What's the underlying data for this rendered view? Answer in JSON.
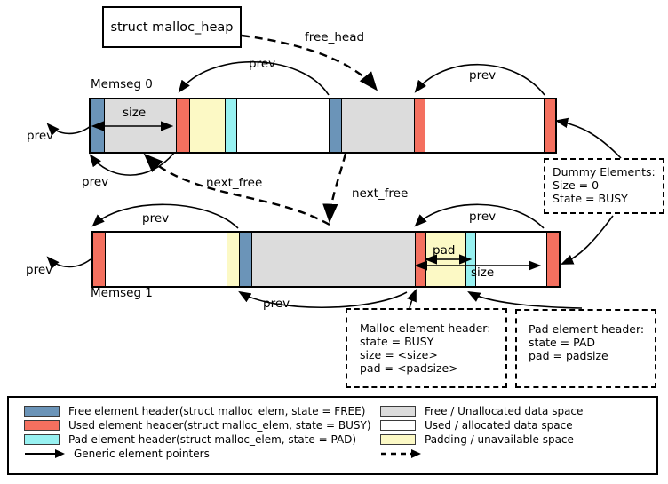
{
  "title_box": {
    "label": "struct malloc_heap"
  },
  "labels": {
    "free_head": "free_head",
    "next_free": "next_free",
    "prev": "prev",
    "size": "size",
    "pad": "pad"
  },
  "colors": {
    "free_header": "#6b94b8",
    "used_header": "#f4705f",
    "pad_header": "#97f1f1",
    "free_space": "#dcdcdc",
    "used_space": "#ffffff",
    "padding": "#fcf9c5"
  },
  "memsegs": [
    {
      "name": "Memseg 0",
      "segments": [
        {
          "type": "free_header",
          "w": 15
        },
        {
          "type": "free_space",
          "w": 81
        },
        {
          "type": "used_header",
          "w": 15
        },
        {
          "type": "padding",
          "w": 40
        },
        {
          "type": "pad_header",
          "w": 13
        },
        {
          "type": "used_space",
          "w": 104
        },
        {
          "type": "free_header",
          "w": 14
        },
        {
          "type": "free_space",
          "w": 82
        },
        {
          "type": "used_header",
          "w": 12
        },
        {
          "type": "used_space",
          "w": 134
        },
        {
          "type": "used_header",
          "w": 13
        }
      ]
    },
    {
      "name": "Memseg 1",
      "segments": [
        {
          "type": "used_header",
          "w": 13
        },
        {
          "type": "used_space",
          "w": 137
        },
        {
          "type": "padding",
          "w": 14
        },
        {
          "type": "free_header",
          "w": 14
        },
        {
          "type": "free_space",
          "w": 184
        },
        {
          "type": "used_header",
          "w": 12
        },
        {
          "type": "padding",
          "w": 45
        },
        {
          "type": "pad_header",
          "w": 11
        },
        {
          "type": "used_space",
          "w": 80
        },
        {
          "type": "used_header",
          "w": 14
        }
      ]
    }
  ],
  "annotations": {
    "dummy": {
      "lines": [
        "Dummy Elements:",
        "Size = 0",
        "State = BUSY"
      ]
    },
    "malloc_header": {
      "lines": [
        "Malloc element header:",
        "state = BUSY",
        "size = <size>",
        "pad = <padsize>"
      ]
    },
    "pad_header": {
      "lines": [
        "Pad element header:",
        "state = PAD",
        "pad = padsize"
      ]
    }
  },
  "legend": {
    "left": [
      {
        "swatch": "free_header",
        "label": "Free element header(struct malloc_elem, state = FREE)"
      },
      {
        "swatch": "used_header",
        "label": "Used element header(struct malloc_elem, state = BUSY)"
      },
      {
        "swatch": "pad_header",
        "label": "Pad element header(struct malloc_elem, state = PAD)"
      },
      {
        "swatch": "solid_arrow",
        "label": "Generic element pointers"
      }
    ],
    "right": [
      {
        "swatch": "free_space",
        "label": "Free / Unallocated data space"
      },
      {
        "swatch": "used_space",
        "label": "Used / allocated data space"
      },
      {
        "swatch": "padding",
        "label": "Padding / unavailable space"
      },
      {
        "swatch": "dashed_arrow",
        "label": ""
      }
    ]
  }
}
